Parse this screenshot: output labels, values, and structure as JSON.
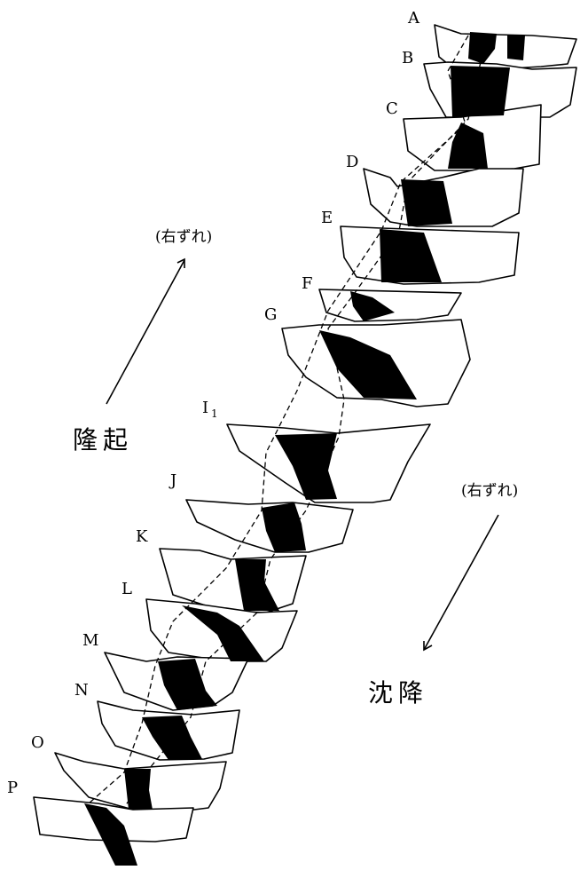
{
  "labels": {
    "A": "A",
    "B": "B",
    "C": "C",
    "D": "D",
    "E": "E",
    "F": "F",
    "G": "G",
    "I1": "I",
    "I1_sub": "1",
    "J": "J",
    "K": "K",
    "L": "L",
    "M": "M",
    "N": "N",
    "O": "O",
    "P": "P"
  },
  "left_side": {
    "note": "(右ずれ)",
    "label": "隆起"
  },
  "right_side": {
    "note": "(右ずれ)",
    "label": "沈降"
  }
}
